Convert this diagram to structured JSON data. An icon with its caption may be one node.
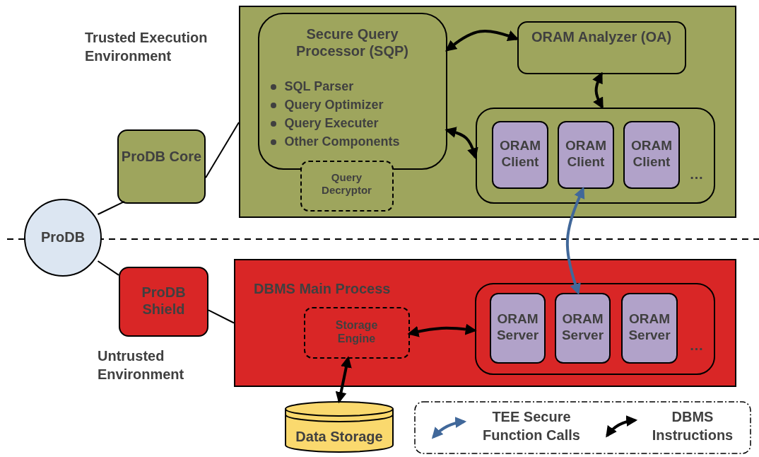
{
  "diagram": {
    "nodes": [
      {
        "text": [
          "ProDB"
        ]
      },
      {
        "text": [
          "ProDB Core"
        ]
      },
      {
        "text": [
          "ProDB Shield"
        ]
      },
      {
        "text": [],
        "shape": "box"
      },
      {
        "text": [
          "Secure Query Processor (SQP)",
          "SQL Parser",
          "Query Optimizer",
          "Query Executer",
          "Other Components"
        ],
        "in": 3
      },
      {
        "text": [
          "Query Decryptor"
        ],
        "in": 3
      },
      {
        "text": [
          "ORAM Analyzer (OA)"
        ],
        "in": 3
      },
      {
        "text": [
          "…"
        ],
        "in": 3
      },
      {
        "text": [
          "ORAM Client"
        ],
        "in": 7
      },
      {
        "text": [
          "ORAM Client"
        ],
        "in": 7
      },
      {
        "text": [
          "ORAM Client"
        ],
        "in": 7
      },
      {
        "text": [
          "DBMS Main Process"
        ]
      },
      {
        "text": [
          "Storage Engine"
        ],
        "in": 11
      },
      {
        "text": [
          "…"
        ],
        "in": 11
      },
      {
        "text": [
          "ORAM Server"
        ],
        "in": 13
      },
      {
        "text": [
          "ORAM Server"
        ],
        "in": 13
      },
      {
        "text": [
          "ORAM Server"
        ],
        "in": 13
      },
      {
        "text": [
          "Data Storage"
        ]
      }
    ],
    "edges": [
      {
        "from": 0,
        "to": 1,
        "arrow": "none"
      },
      {
        "from": 0,
        "to": 2,
        "arrow": "none"
      },
      {
        "from": 1,
        "to": 3,
        "arrow": "none"
      },
      {
        "from": 2,
        "to": 11,
        "arrow": "none"
      },
      {
        "from": 4,
        "to": 6,
        "arrow": "both"
      },
      {
        "from": 6,
        "to": 7,
        "arrow": "both"
      },
      {
        "from": 4,
        "to": 7,
        "arrow": "both"
      },
      {
        "from": 9,
        "to": 15,
        "arrow": "both",
        "color": "#41689a"
      },
      {
        "from": 12,
        "to": 13,
        "arrow": "both"
      },
      {
        "from": 12,
        "to": 17,
        "arrow": "both"
      }
    ],
    "labels": [
      "Trusted Execution Environment",
      "Untrusted Environment"
    ],
    "legend": [
      {
        "text": "TEE Secure Function Calls"
      },
      {
        "text": "DBMS Instructions"
      }
    ]
  }
}
